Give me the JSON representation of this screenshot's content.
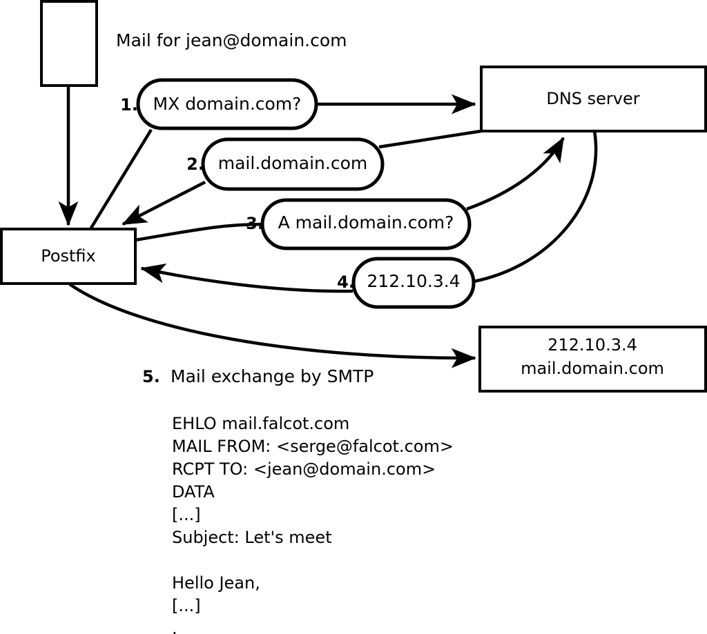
{
  "diagram": {
    "title_caption": "Mail for jean@domain.com",
    "nodes": [
      {
        "id": "mail-client",
        "label": ""
      },
      {
        "id": "postfix",
        "label": "Postfix"
      },
      {
        "id": "dns-server",
        "label": "DNS server"
      },
      {
        "id": "mail-server",
        "line1": "212.10.3.4",
        "line2": "mail.domain.com"
      }
    ],
    "steps": [
      {
        "num": "1.",
        "label": "MX domain.com?"
      },
      {
        "num": "2.",
        "label": "mail.domain.com"
      },
      {
        "num": "3.",
        "label": "A mail.domain.com?"
      },
      {
        "num": "4.",
        "label": "212.10.3.4"
      }
    ],
    "step5": {
      "num": "5.",
      "label": "Mail exchange by SMTP"
    },
    "smtp_transcript": [
      "EHLO mail.falcot.com",
      "MAIL FROM: <serge@falcot.com>",
      "RCPT TO: <jean@domain.com>",
      "DATA",
      "[...]",
      "Subject: Let's meet",
      "",
      "Hello Jean,",
      "[...]",
      "."
    ],
    "colors": {
      "stroke": "#000000",
      "fill": "#ffffff",
      "text": "#000000"
    }
  }
}
